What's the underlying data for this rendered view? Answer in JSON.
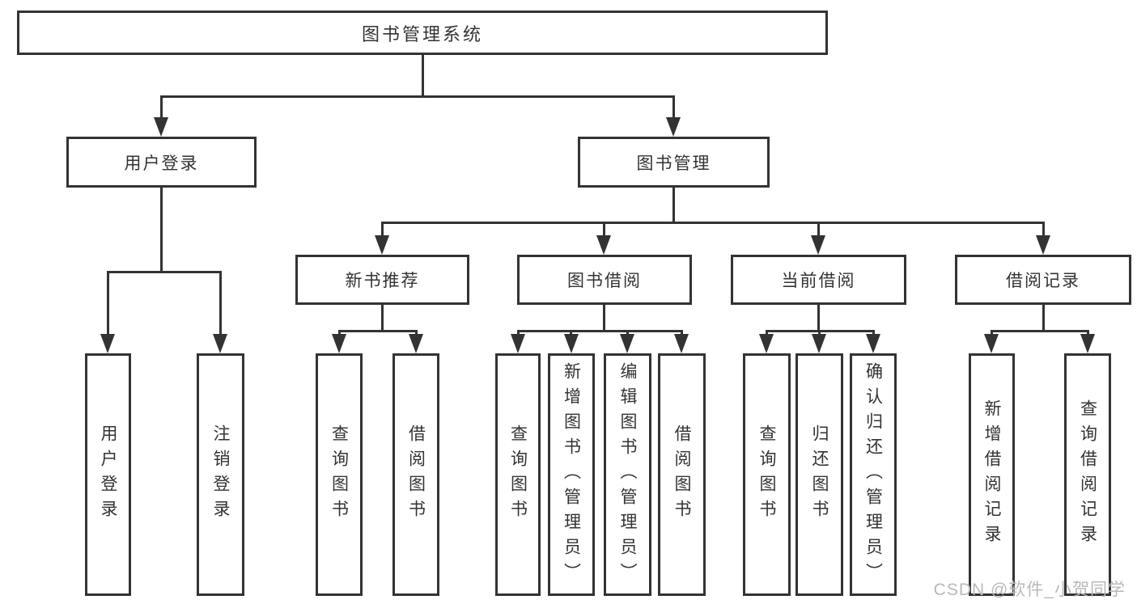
{
  "diagram": {
    "root": {
      "label": "图书管理系统"
    },
    "branches": [
      {
        "label": "用户登录",
        "children": [
          {
            "label": "用户登录"
          },
          {
            "label": "注销登录"
          }
        ]
      },
      {
        "label": "图书管理",
        "groups": [
          {
            "label": "新书推荐",
            "children": [
              {
                "label": "查询图书"
              },
              {
                "label": "借阅图书"
              }
            ]
          },
          {
            "label": "图书借阅",
            "children": [
              {
                "label": "查询图书"
              },
              {
                "label": "新增图书（管理员）"
              },
              {
                "label": "编辑图书（管理员）"
              },
              {
                "label": "借阅图书"
              }
            ]
          },
          {
            "label": "当前借阅",
            "children": [
              {
                "label": "查询图书"
              },
              {
                "label": "归还图书"
              },
              {
                "label": "确认归还（管理员）"
              }
            ]
          },
          {
            "label": "借阅记录",
            "children": [
              {
                "label": "新增借阅记录"
              },
              {
                "label": "查询借阅记录"
              }
            ]
          }
        ]
      }
    ]
  },
  "watermark": {
    "text": "CSDN @软件_小贺同学"
  },
  "colors": {
    "line": "#333333",
    "text": "#333333",
    "watermark": "#b9b9b9",
    "background": "#ffffff"
  }
}
